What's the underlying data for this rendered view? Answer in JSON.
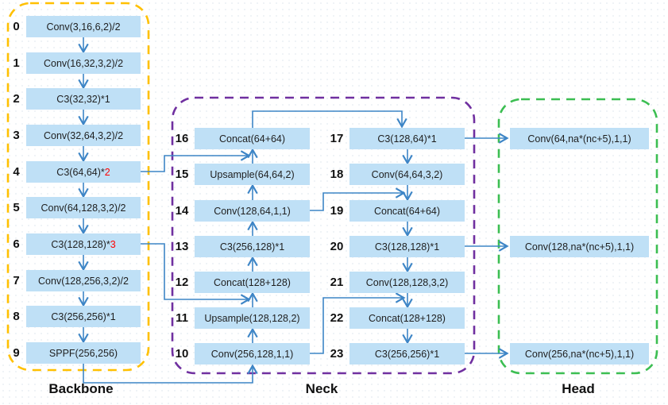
{
  "sections": {
    "backbone": {
      "label": "Backbone"
    },
    "neck": {
      "label": "Neck"
    },
    "head": {
      "label": "Head"
    }
  },
  "backbone_nodes": [
    {
      "idx": "0",
      "label": "Conv(3,16,6,2)/2"
    },
    {
      "idx": "1",
      "label": "Conv(16,32,3,2)/2"
    },
    {
      "idx": "2",
      "label": "C3(32,32)*1"
    },
    {
      "idx": "3",
      "label": "Conv(32,64,3,2)/2"
    },
    {
      "idx": "4",
      "label": "C3(64,64)*",
      "hl": "2"
    },
    {
      "idx": "5",
      "label": "Conv(64,128,3,2)/2"
    },
    {
      "idx": "6",
      "label": "C3(128,128)*",
      "hl": "3"
    },
    {
      "idx": "7",
      "label": "Conv(128,256,3,2)/2"
    },
    {
      "idx": "8",
      "label": "C3(256,256)*1"
    },
    {
      "idx": "9",
      "label": "SPPF(256,256)"
    }
  ],
  "neck_left_nodes": [
    {
      "idx": "16",
      "label": "Concat(64+64)"
    },
    {
      "idx": "15",
      "label": "Upsample(64,64,2)"
    },
    {
      "idx": "14",
      "label": "Conv(128,64,1,1)"
    },
    {
      "idx": "13",
      "label": "C3(256,128)*1"
    },
    {
      "idx": "12",
      "label": "Concat(128+128)"
    },
    {
      "idx": "11",
      "label": "Upsample(128,128,2)"
    },
    {
      "idx": "10",
      "label": "Conv(256,128,1,1)"
    }
  ],
  "neck_right_nodes": [
    {
      "idx": "17",
      "label": "C3(128,64)*1"
    },
    {
      "idx": "18",
      "label": "Conv(64,64,3,2)"
    },
    {
      "idx": "19",
      "label": "Concat(64+64)"
    },
    {
      "idx": "20",
      "label": "C3(128,128)*1"
    },
    {
      "idx": "21",
      "label": "Conv(128,128,3,2)"
    },
    {
      "idx": "22",
      "label": "Concat(128+128)"
    },
    {
      "idx": "23",
      "label": "C3(256,256)*1"
    }
  ],
  "head_nodes": [
    {
      "label": "Conv(64,na*(nc+5),1,1)"
    },
    {
      "label": "Conv(128,na*(nc+5),1,1)"
    },
    {
      "label": "Conv(256,na*(nc+5),1,1)"
    }
  ],
  "edges": [
    {
      "from": "0",
      "to": "1"
    },
    {
      "from": "1",
      "to": "2"
    },
    {
      "from": "2",
      "to": "3"
    },
    {
      "from": "3",
      "to": "4"
    },
    {
      "from": "4",
      "to": "5"
    },
    {
      "from": "5",
      "to": "6"
    },
    {
      "from": "6",
      "to": "7"
    },
    {
      "from": "7",
      "to": "8"
    },
    {
      "from": "8",
      "to": "9"
    },
    {
      "from": "9",
      "to": "10"
    },
    {
      "from": "10",
      "to": "11"
    },
    {
      "from": "11",
      "to": "12"
    },
    {
      "from": "12",
      "to": "13"
    },
    {
      "from": "13",
      "to": "14"
    },
    {
      "from": "14",
      "to": "15"
    },
    {
      "from": "15",
      "to": "16"
    },
    {
      "from": "4",
      "to": "16-concat"
    },
    {
      "from": "6",
      "to": "12-concat"
    },
    {
      "from": "16",
      "to": "17"
    },
    {
      "from": "17",
      "to": "18"
    },
    {
      "from": "18",
      "to": "19"
    },
    {
      "from": "14",
      "to": "19-concat"
    },
    {
      "from": "19",
      "to": "20"
    },
    {
      "from": "20",
      "to": "21"
    },
    {
      "from": "21",
      "to": "22"
    },
    {
      "from": "10",
      "to": "22-concat"
    },
    {
      "from": "22",
      "to": "23"
    },
    {
      "from": "17",
      "to": "head-P3"
    },
    {
      "from": "20",
      "to": "head-P4"
    },
    {
      "from": "23",
      "to": "head-P5"
    }
  ],
  "colors": {
    "box_fill": "#bfe0f6",
    "line": "#3d85c6",
    "backbone_border": "#ffc000",
    "neck_border": "#7030a0",
    "head_border": "#3cbe52",
    "highlight": "#ff0000",
    "text": "#1f1f1f",
    "number": "#111111"
  }
}
